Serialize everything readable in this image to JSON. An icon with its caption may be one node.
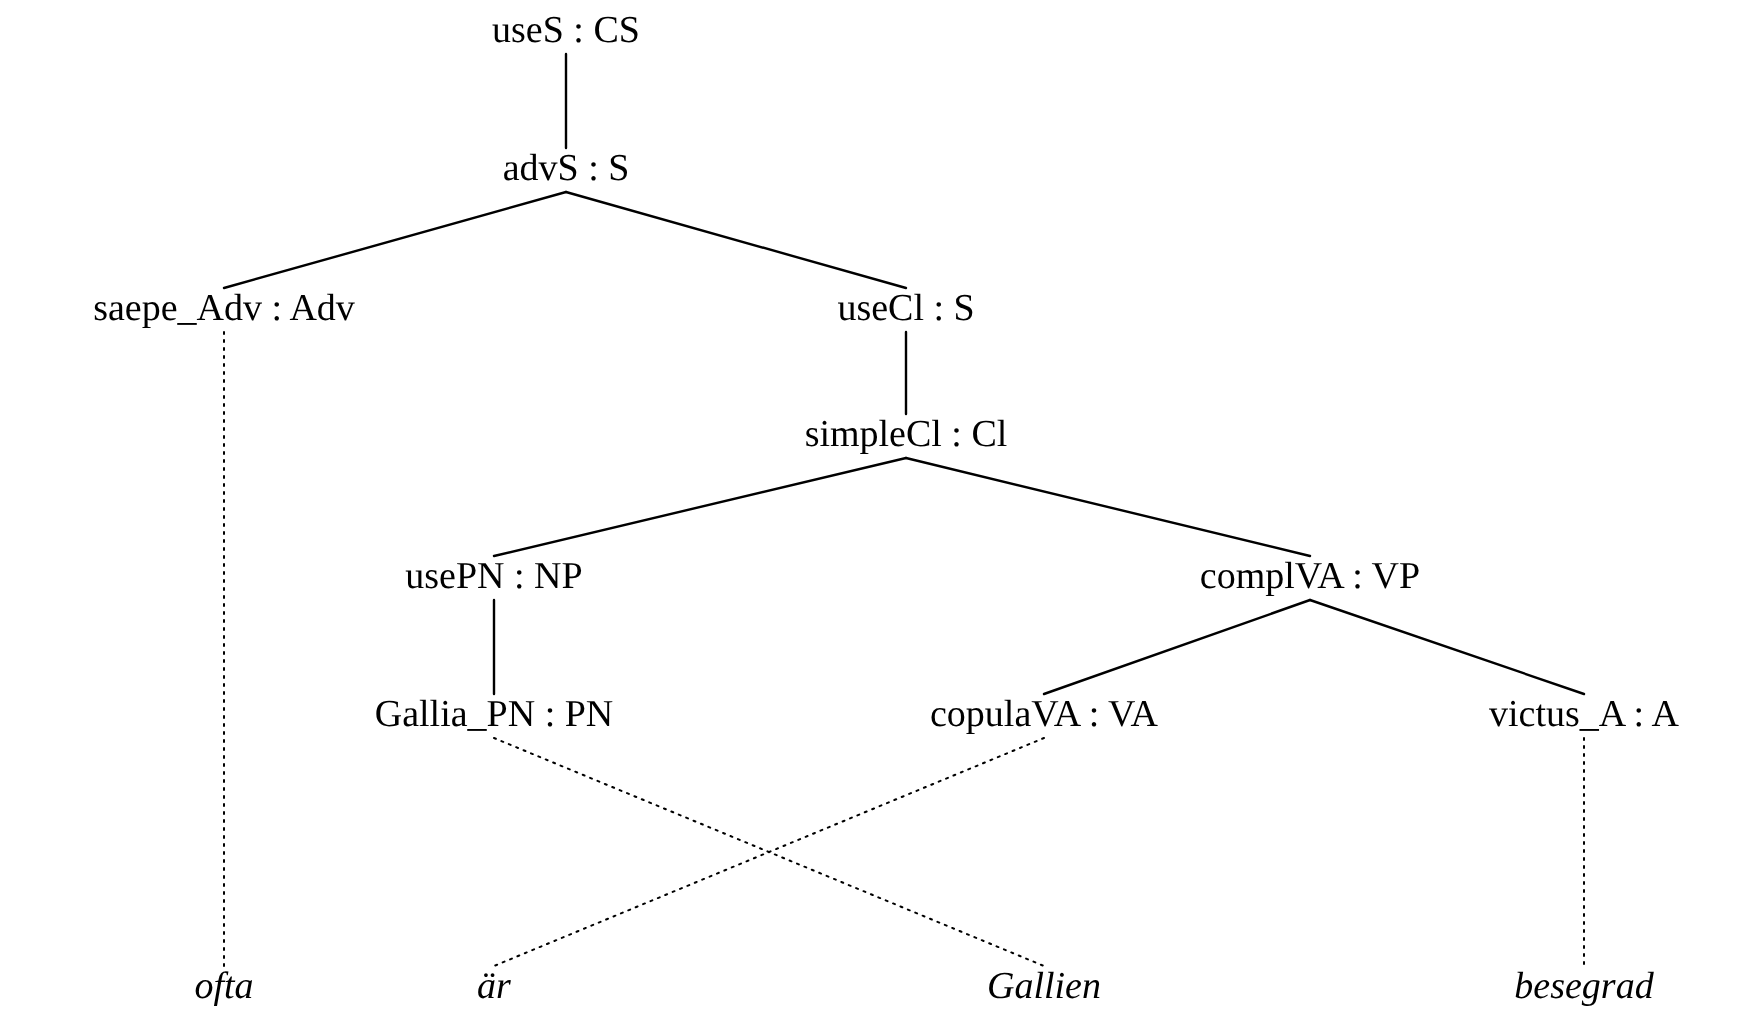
{
  "diagram": {
    "nodes": [
      {
        "text": [
          "useS : CS"
        ]
      },
      {
        "text": [
          "advS : S"
        ]
      },
      {
        "text": [
          "saepe_Adv : Adv"
        ]
      },
      {
        "text": [
          "useCl : S"
        ]
      },
      {
        "text": [
          "simpleCl : Cl"
        ]
      },
      {
        "text": [
          "usePN : NP"
        ]
      },
      {
        "text": [
          "complVA : VP"
        ]
      },
      {
        "text": [
          "Gallia_PN : PN"
        ]
      },
      {
        "text": [
          "copulaVA : VA"
        ]
      },
      {
        "text": [
          "victus_A : A"
        ]
      },
      {
        "text": [
          "ofta"
        ]
      },
      {
        "text": [
          "är"
        ]
      },
      {
        "text": [
          "Gallien"
        ]
      },
      {
        "text": [
          "besegrad"
        ]
      }
    ],
    "edges": [
      {
        "from": 0,
        "to": 1,
        "arrow": "none"
      },
      {
        "from": 1,
        "to": 2,
        "arrow": "none"
      },
      {
        "from": 1,
        "to": 3,
        "arrow": "none"
      },
      {
        "from": 3,
        "to": 4,
        "arrow": "none"
      },
      {
        "from": 4,
        "to": 5,
        "arrow": "none"
      },
      {
        "from": 4,
        "to": 6,
        "arrow": "none"
      },
      {
        "from": 5,
        "to": 7,
        "arrow": "none"
      },
      {
        "from": 6,
        "to": 8,
        "arrow": "none"
      },
      {
        "from": 6,
        "to": 9,
        "arrow": "none"
      },
      {
        "from": 2,
        "to": 10,
        "arrow": "none",
        "style": "dashed"
      },
      {
        "from": 7,
        "to": 12,
        "arrow": "none",
        "style": "dashed"
      },
      {
        "from": 8,
        "to": 11,
        "arrow": "none",
        "style": "dashed"
      },
      {
        "from": 9,
        "to": 13,
        "arrow": "none",
        "style": "dashed"
      }
    ]
  }
}
